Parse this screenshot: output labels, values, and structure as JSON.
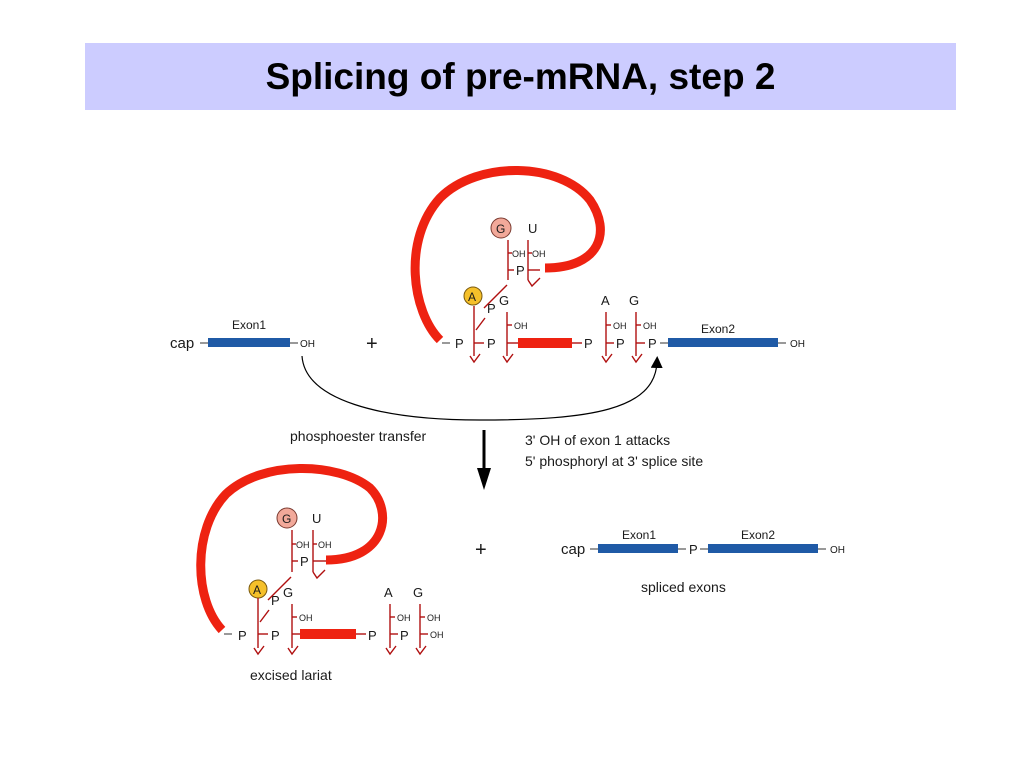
{
  "title": "Splicing of pre-mRNA, step 2",
  "colors": {
    "title_bg": "#ccccff",
    "exon": "#1f5aa6",
    "intron": "#ee2211",
    "backbone": "#b01010",
    "g_circle": "#f2a99a",
    "a_circle": "#f5c02a"
  },
  "top": {
    "cap": "cap",
    "exon1": "Exon1",
    "exon1_oh": "OH",
    "plus": "+",
    "exon2": "Exon2",
    "exon2_oh": "OH",
    "lariat": {
      "G": "G",
      "U": "U",
      "oh1": "OH",
      "oh2": "OH",
      "P_loop": "P",
      "A": "A",
      "P_a": "P",
      "G2": "G",
      "oh3": "OH",
      "P1": "P",
      "P2": "P",
      "A3": "A",
      "G3": "G",
      "oh4": "OH",
      "oh5": "OH",
      "P3": "P",
      "P4": "P",
      "P5": "P"
    }
  },
  "middle": {
    "phosphoester": "phosphoester transfer",
    "note_line1": "3' OH of exon 1 attacks",
    "note_line2": "5' phosphoryl at 3' splice site"
  },
  "bottom": {
    "lariat": {
      "G": "G",
      "U": "U",
      "oh1": "OH",
      "oh2": "OH",
      "P_loop": "P",
      "A": "A",
      "P_a": "P",
      "G2": "G",
      "oh3": "OH",
      "P1": "P",
      "P2": "P",
      "A3": "A",
      "G3": "G",
      "oh4": "OH",
      "oh5": "OH",
      "P3": "P",
      "P4": "P"
    },
    "excised_label": "excised lariat",
    "plus": "+",
    "cap": "cap",
    "exon1": "Exon1",
    "P": "P",
    "exon2": "Exon2",
    "oh": "OH",
    "spliced_label": "spliced exons"
  }
}
